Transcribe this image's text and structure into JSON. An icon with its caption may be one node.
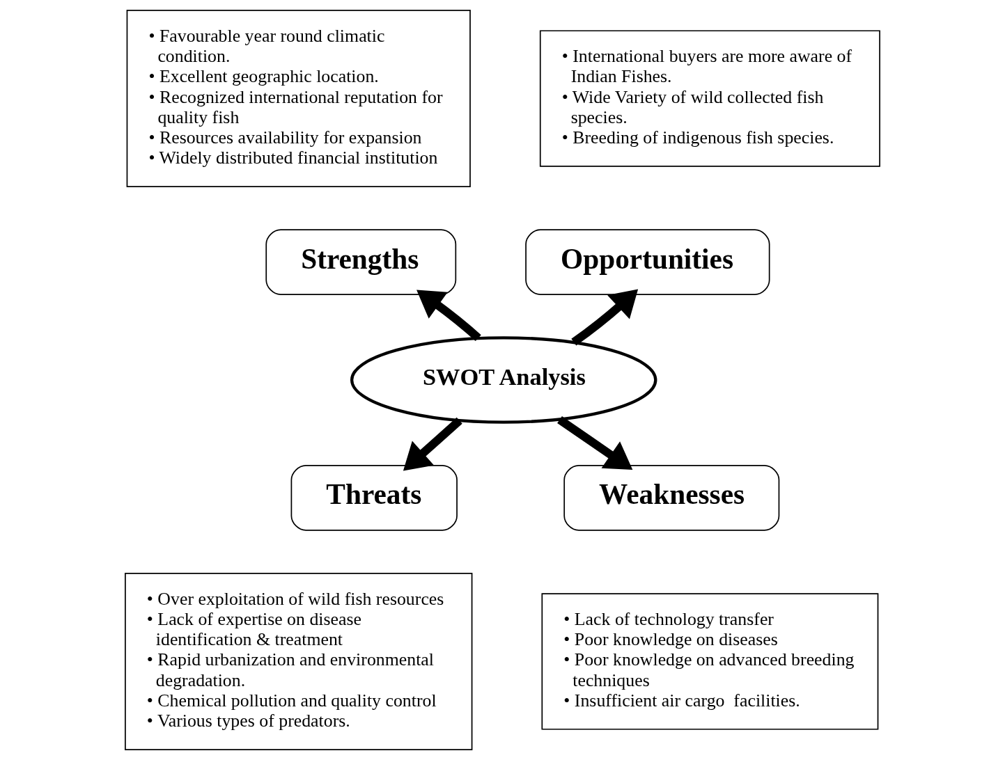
{
  "diagram": {
    "nodes": [
      {
        "text": [
          "• Favourable year round climatic condition.",
          "• Excellent geographic location.",
          "• Recognized international reputation for quality fish",
          "• Resources availability for expansion",
          "• Widely distributed financial institution"
        ]
      },
      {
        "text": [
          "• International buyers are more aware of Indian Fishes.",
          "• Wide Variety of wild collected fish species.",
          "• Breeding of indigenous fish species."
        ]
      },
      {
        "text": [
          "Strengths"
        ]
      },
      {
        "text": [
          "Opportunities"
        ]
      },
      {
        "text": [
          "SWOT Analysis"
        ]
      },
      {
        "text": [
          "Threats"
        ]
      },
      {
        "text": [
          "Weaknesses"
        ]
      },
      {
        "text": [
          "• Over exploitation of wild fish resources",
          "• Lack of expertise on disease identification & treatment",
          "• Rapid urbanization and environmental degradation.",
          "• Chemical pollution and quality control",
          "• Various types of predators."
        ]
      },
      {
        "text": [
          "• Lack of technology transfer",
          "• Poor knowledge on diseases",
          "• Poor knowledge on advanced breeding techniques",
          "• Insufficient air cargo  facilities."
        ]
      }
    ],
    "edges": [
      {
        "from": 4,
        "to": 2,
        "arrow": "to"
      },
      {
        "from": 4,
        "to": 3,
        "arrow": "to"
      },
      {
        "from": 4,
        "to": 5,
        "arrow": "to"
      },
      {
        "from": 4,
        "to": 6,
        "arrow": "to"
      }
    ]
  }
}
